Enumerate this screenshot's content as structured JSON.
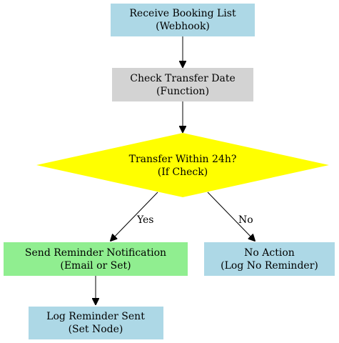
{
  "nodes": {
    "receive_booking": {
      "line1": "Receive Booking List",
      "line2": "(Webhook)",
      "fill": "#add8e6"
    },
    "check_transfer": {
      "line1": "Check Transfer Date",
      "line2": "(Function)",
      "fill": "#d3d3d3"
    },
    "transfer_within": {
      "line1": "Transfer Within 24h?",
      "line2": "(If Check)",
      "fill": "#ffff00"
    },
    "send_reminder": {
      "line1": "Send Reminder Notification",
      "line2": "(Email or Set)",
      "fill": "#90ee90"
    },
    "no_action": {
      "line1": "No Action",
      "line2": "(Log No Reminder)",
      "fill": "#add8e6"
    },
    "log_reminder": {
      "line1": "Log Reminder Sent",
      "line2": "(Set Node)",
      "fill": "#add8e6"
    }
  },
  "edges": {
    "yes_label": "Yes",
    "no_label": "No"
  }
}
